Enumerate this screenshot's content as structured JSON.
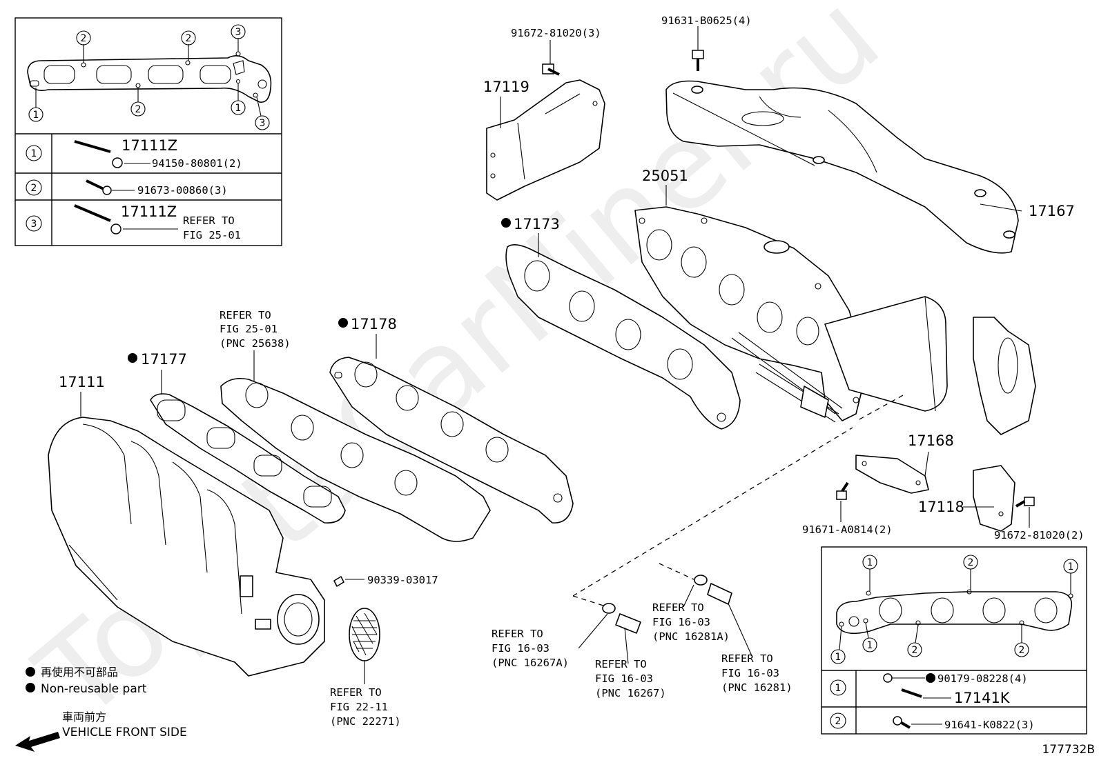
{
  "watermark": "ToyotaCarNiner.ru",
  "inset_intake": {
    "rows": [
      {
        "num": "1",
        "l1": "17111Z",
        "l2": "94150-80801(2)"
      },
      {
        "num": "2",
        "l1": "91673-00860(3)"
      },
      {
        "num": "3",
        "l1": "17111Z",
        "l2": "REFER TO",
        "l3": "FIG 25-01"
      }
    ],
    "callouts": [
      "2",
      "2",
      "3",
      "1",
      "2",
      "1",
      "3"
    ]
  },
  "inset_exhaust": {
    "rows": [
      {
        "num": "1",
        "l1": "90179-08228(4)",
        "l2": "17141K"
      },
      {
        "num": "2",
        "l1": "91641-K0822(3)"
      }
    ],
    "callouts": [
      "1",
      "2",
      "1",
      "1",
      "1",
      "2",
      "2"
    ]
  },
  "labels": {
    "p91672a": "91672-81020(3)",
    "p91631": "91631-B0625(4)",
    "p17119": "17119",
    "p25051": "25051",
    "p17167": "17167",
    "p17173": "17173",
    "p17178": "17178",
    "p17177": "17177",
    "p17111": "17111",
    "ref_a_1": "REFER TO",
    "ref_a_2": "FIG 25-01",
    "ref_a_3": "(PNC 25638)",
    "p17168": "17168",
    "p17118": "17118",
    "p91671": "91671-A0814(2)",
    "p91672b": "91672-81020(2)",
    "p90339": "90339-03017",
    "ref_b_1": "REFER TO",
    "ref_b_2": "FIG 16-03",
    "ref_b_3": "(PNC 16267A)",
    "ref_c_1": "REFER TO",
    "ref_c_2": "FIG 16-03",
    "ref_c_3": "(PNC 16281A)",
    "ref_d_1": "REFER TO",
    "ref_d_2": "FIG 16-03",
    "ref_d_3": "(PNC 16267)",
    "ref_e_1": "REFER TO",
    "ref_e_2": "FIG 16-03",
    "ref_e_3": "(PNC 16281)",
    "ref_f_1": "REFER TO",
    "ref_f_2": "FIG 22-11",
    "ref_f_3": "(PNC 22271)"
  },
  "legend": {
    "jp": "再使用不可部品",
    "en": "Non-reusable part",
    "dir_jp": "車両前方",
    "dir_en": "VEHICLE FRONT SIDE"
  },
  "figure_id": "177732B"
}
